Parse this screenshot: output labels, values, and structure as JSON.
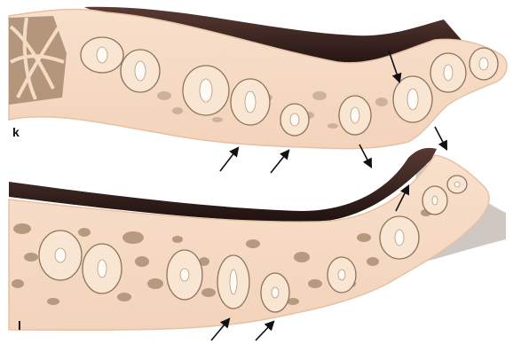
{
  "panels": [
    {
      "id": "k",
      "label": "k"
    },
    {
      "id": "l",
      "label": "l"
    }
  ],
  "colors": {
    "bone": "#f6dcc6",
    "bone_edge": "#e9c3a4",
    "shadow": "#3a2320",
    "marrow": "#a88a6e",
    "cell": "#f8e6d3",
    "cell_edge": "#8f735a",
    "nucleus": "#fffaf3",
    "arrow": "#111111",
    "underlay": "#cfc8c2"
  },
  "icons": {
    "arrow": "arrow-icon"
  }
}
